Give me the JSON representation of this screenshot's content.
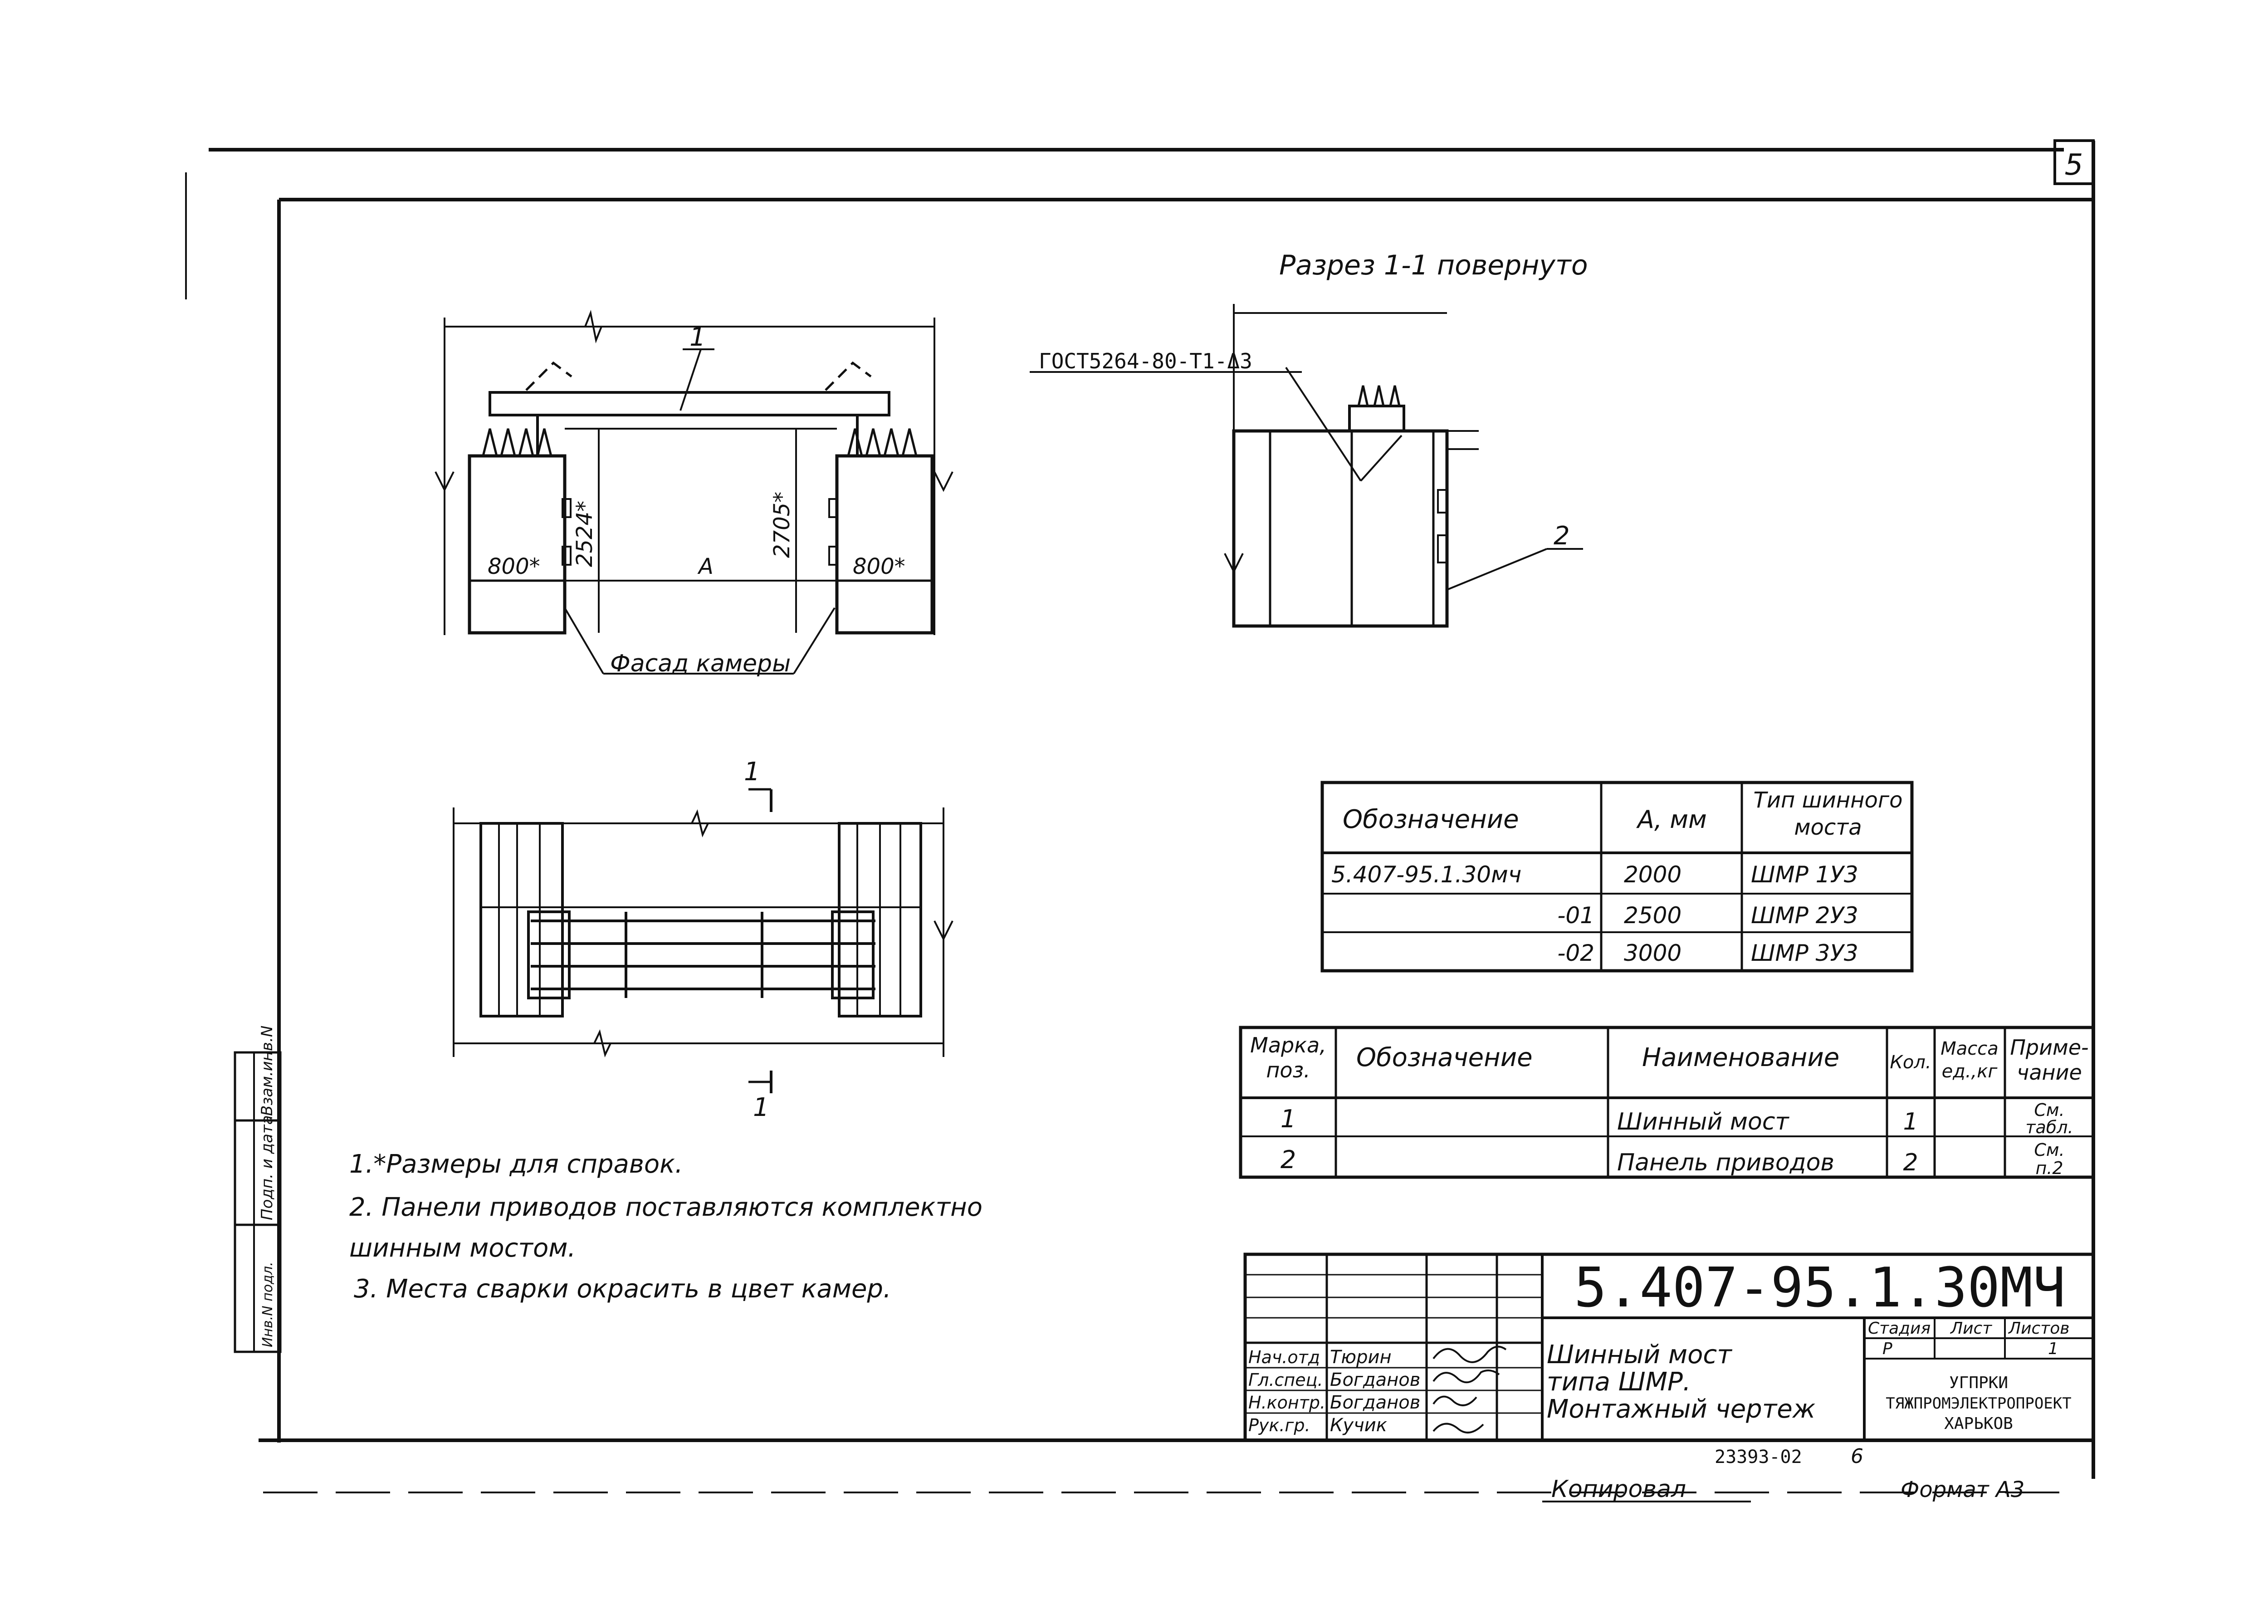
{
  "sheet": {
    "sheet_number": "5",
    "section_title": "Разрез 1-1 повернуто",
    "weld_note": "ΓОСТ5264-80-Т1-Δ3",
    "view_label": "Фасад камеры",
    "position_1": "1",
    "position_2": "2",
    "section_mark": "1",
    "dim_left": "800*",
    "dim_right": "800*",
    "dim_height_1": "2524*",
    "dim_height_2": "2705*",
    "dim_a": "А"
  },
  "variants_table": {
    "headers": [
      "Обозначение",
      "А, мм",
      "Тип шинного моста"
    ],
    "rows": [
      [
        "5.407-95.1.30мч",
        "2000",
        "ШМР 1У3"
      ],
      [
        "-01",
        "2500",
        "ШМР 2У3"
      ],
      [
        "-02",
        "3000",
        "ШМР 3У3"
      ]
    ]
  },
  "spec_table": {
    "headers": [
      "Марка, поз.",
      "Обозначение",
      "Наименование",
      "Кол.",
      "Масса ед., кг",
      "Приме- чание"
    ],
    "rows": [
      [
        "1",
        "",
        "Шинный мост",
        "1",
        "",
        "См. табл."
      ],
      [
        "2",
        "",
        "Панель приводов",
        "2",
        "",
        "См. п.2"
      ]
    ]
  },
  "notes": [
    "1.*Размеры для справок.",
    "2. Панели приводов поставляются комплектно",
    "шинным мостом.",
    "3. Места сварки окрасить в цвет камер."
  ],
  "title_block": {
    "doc_code": "5.407-95.1.30МЧ",
    "title_line1": "Шинный мост",
    "title_line2": "типа ШМР.",
    "title_line3": "Монтажный чертеж",
    "roles": [
      "Нач.отд",
      "Гл.спец.",
      "Н.контр.",
      "Рук.гр."
    ],
    "names": [
      "Тюрин",
      "Богданов",
      "Богданов",
      "Кучик"
    ],
    "stage_header": "Стадия",
    "sheet_header": "Лист",
    "sheets_header": "Листов",
    "stage_value": "Р",
    "sheets_value": "1",
    "org_line1": "УГПРКИ",
    "org_line2": "ТЯЖПРОМЭЛЕКТРОПРОЕКТ",
    "org_line3": "ХАРЬКОВ"
  },
  "margin": {
    "label1": "Взам.инв.N",
    "label2": "Подп. и дата",
    "label3": "Инв.N подл."
  },
  "footer": {
    "archive_no": "23393-02",
    "page_no": "6",
    "copied": "Копировал",
    "format": "Формат А3"
  }
}
